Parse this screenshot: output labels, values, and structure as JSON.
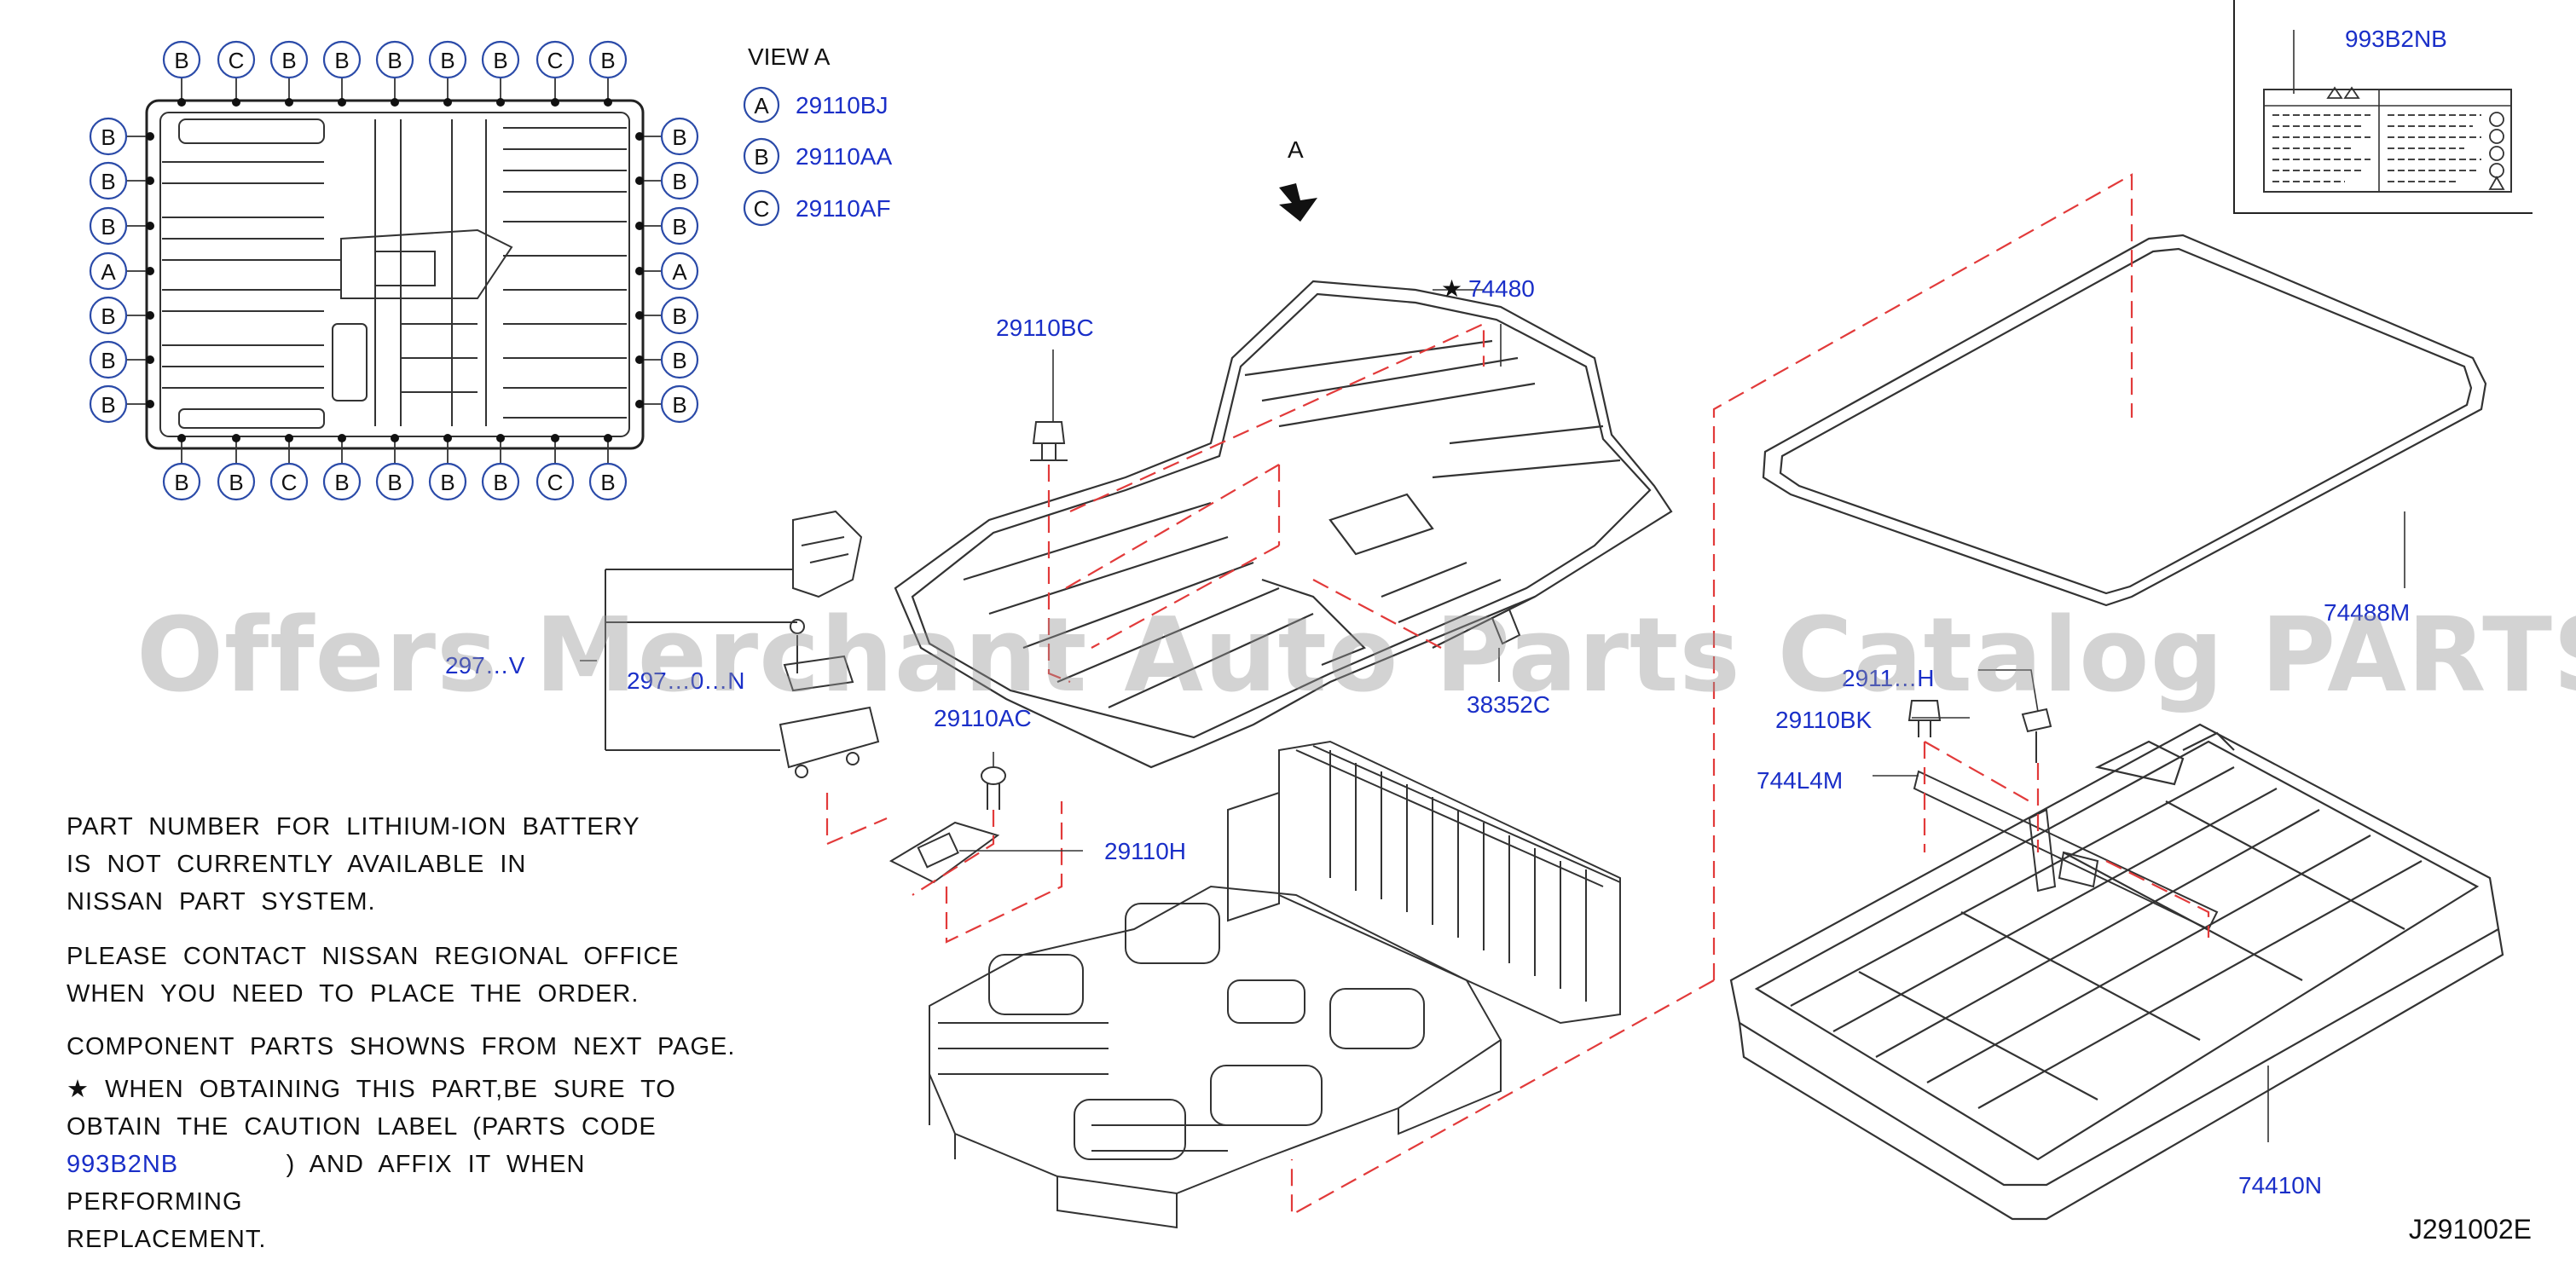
{
  "view": {
    "title": "VIEW   A",
    "legend": [
      {
        "letter": "A",
        "part": "29110BJ"
      },
      {
        "letter": "B",
        "part": "29110AA"
      },
      {
        "letter": "C",
        "part": "29110AF"
      }
    ],
    "top_row": [
      "B",
      "C",
      "B",
      "B",
      "B",
      "B",
      "B",
      "C",
      "B"
    ],
    "bottom_row": [
      "B",
      "B",
      "C",
      "B",
      "B",
      "B",
      "B",
      "C",
      "B"
    ],
    "left_col": [
      "B",
      "B",
      "B",
      "A",
      "B",
      "B",
      "B"
    ],
    "right_col": [
      "B",
      "B",
      "B",
      "A",
      "B",
      "B",
      "B"
    ]
  },
  "arrow_label": "A",
  "parts": {
    "p74480": "74480",
    "p29110BC": "29110BC",
    "p38352C": "38352C",
    "p29110AC": "29110AC",
    "p29110H": "29110H",
    "p2971V": "297…V",
    "p2970N": "297…0…N",
    "p993B2NB": "993B2NB",
    "p74488M": "74488M",
    "p29110H_r": "2911…H",
    "p29110BK": "29110BK",
    "p744L4M": "744L4M",
    "p74410N": "74410N"
  },
  "notes": {
    "n1_line1": "PART NUMBER FOR LITHIUM-ION BATTERY",
    "n1_line2": "IS NOT CURRENTLY AVAILABLE IN",
    "n1_line3": "NISSAN PART SYSTEM.",
    "n2_line1": "PLEASE CONTACT NISSAN REGIONAL OFFICE",
    "n2_line2": "WHEN YOU NEED TO PLACE THE ORDER.",
    "n3_line1": "COMPONENT PARTS SHOWNS FROM NEXT PAGE.",
    "n4_star": "★",
    "n4_line1": "WHEN OBTAINING THIS PART,BE SURE TO",
    "n4_line2": "OBTAIN THE CAUTION LABEL (PARTS CODE",
    "n4_code": "993B2NB",
    "n4_line3": ") AND AFFIX IT WHEN PERFORMING",
    "n4_line4": "REPLACEMENT."
  },
  "star_symbol": "★",
  "watermark": "Offers Merchant Auto Parts Catalog PARTSTORE.SA",
  "figure_id": "J291002E"
}
